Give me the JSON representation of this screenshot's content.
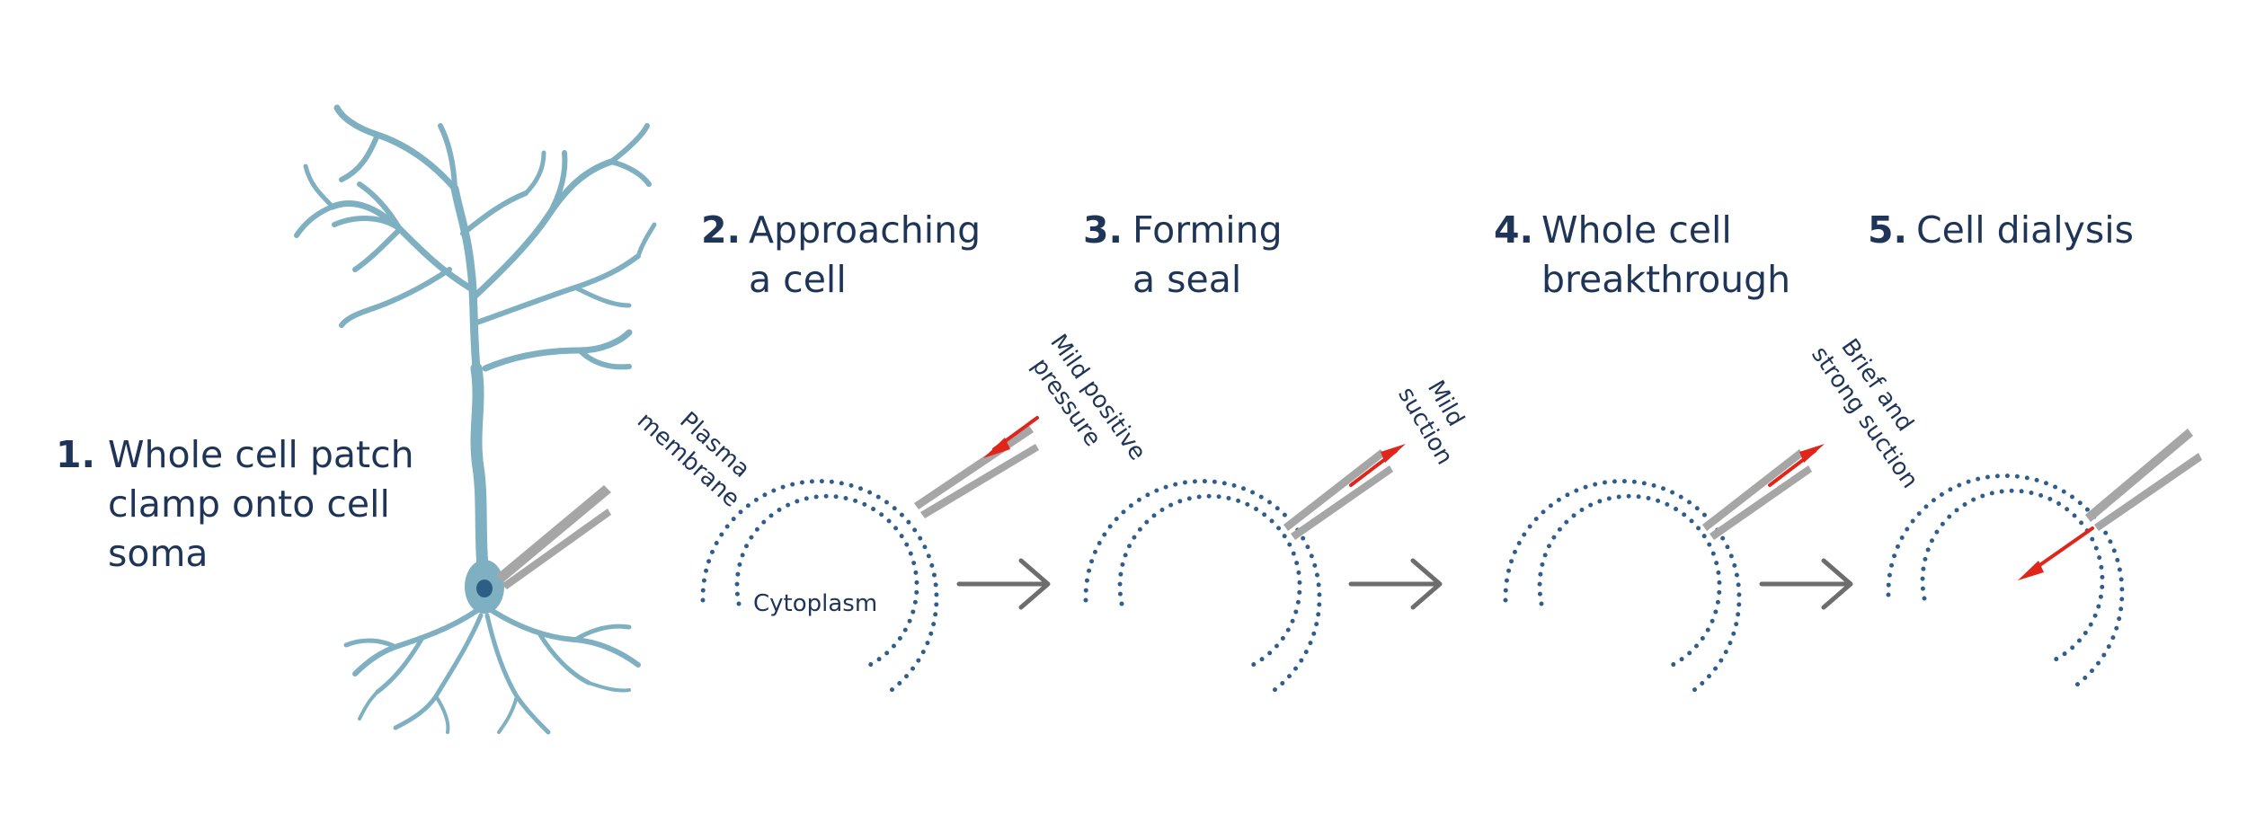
{
  "steps": [
    {
      "number": "1.",
      "lines": [
        "Whole cell patch",
        "clamp onto cell",
        "soma"
      ]
    },
    {
      "number": "2.",
      "lines": [
        "Approaching",
        "a cell"
      ]
    },
    {
      "number": "3.",
      "lines": [
        "Forming",
        "a seal"
      ]
    },
    {
      "number": "4.",
      "lines": [
        "Whole cell",
        "breakthrough"
      ]
    },
    {
      "number": "5.",
      "lines": [
        "Cell dialysis"
      ]
    }
  ],
  "annotations": {
    "plasma_membrane": [
      "Plasma",
      "membrane"
    ],
    "cytoplasm": "Cytoplasm",
    "mild_positive_pressure": [
      "Mild positive",
      "pressure"
    ],
    "mild_suction": [
      "Mild",
      "suction"
    ],
    "brief_strong_suction": [
      "Brief and",
      "strong suction"
    ]
  },
  "colors": {
    "title_text": "#1f3558",
    "neuron": "#7fb0c2",
    "membrane_dots": "#2f5d8c",
    "pipette": "#a6a6a6",
    "pressure_arrow": "#e0261b",
    "flow_arrow": "#6d6d6d"
  },
  "icons": [
    "neuron-illustration",
    "pipette-icon",
    "arrow-right-icon"
  ]
}
